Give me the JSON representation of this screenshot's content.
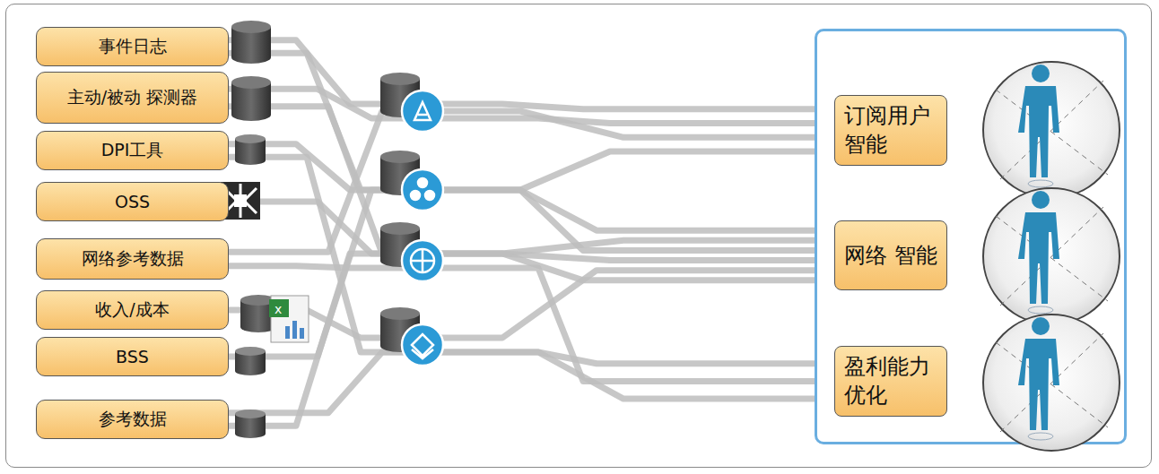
{
  "diagram": {
    "nodes": [
      {
        "text": [
          "事件日志"
        ]
      },
      {
        "text": [
          "主动/被动 探测器"
        ]
      },
      {
        "text": [
          "DPI工具"
        ]
      },
      {
        "text": [
          "OSS"
        ]
      },
      {
        "text": [
          "网络参考数据"
        ]
      },
      {
        "text": [
          "收入/成本"
        ]
      },
      {
        "text": [
          "BSS"
        ]
      },
      {
        "text": [
          "参考数据"
        ]
      },
      {
        "text": [
          "订阅用户 智能"
        ]
      },
      {
        "text": [
          "网络 智能"
        ]
      },
      {
        "text": [
          "盈利能力 优化"
        ]
      }
    ],
    "edges": [
      {
        "from": 0,
        "to": 8,
        "arrow": "none"
      },
      {
        "from": 0,
        "to": 9,
        "arrow": "none"
      },
      {
        "from": 1,
        "to": 8,
        "arrow": "none"
      },
      {
        "from": 1,
        "to": 9,
        "arrow": "none"
      },
      {
        "from": 2,
        "to": 9,
        "arrow": "none"
      },
      {
        "from": 2,
        "to": 10,
        "arrow": "none"
      },
      {
        "from": 3,
        "to": 9,
        "arrow": "none"
      },
      {
        "from": 4,
        "to": 8,
        "arrow": "none"
      },
      {
        "from": 4,
        "to": 10,
        "arrow": "none"
      },
      {
        "from": 5,
        "to": 9,
        "arrow": "none"
      },
      {
        "from": 6,
        "to": 8,
        "arrow": "none"
      },
      {
        "from": 7,
        "to": 10,
        "arrow": "none"
      },
      {
        "from": 7,
        "to": 9,
        "arrow": "none"
      }
    ]
  }
}
